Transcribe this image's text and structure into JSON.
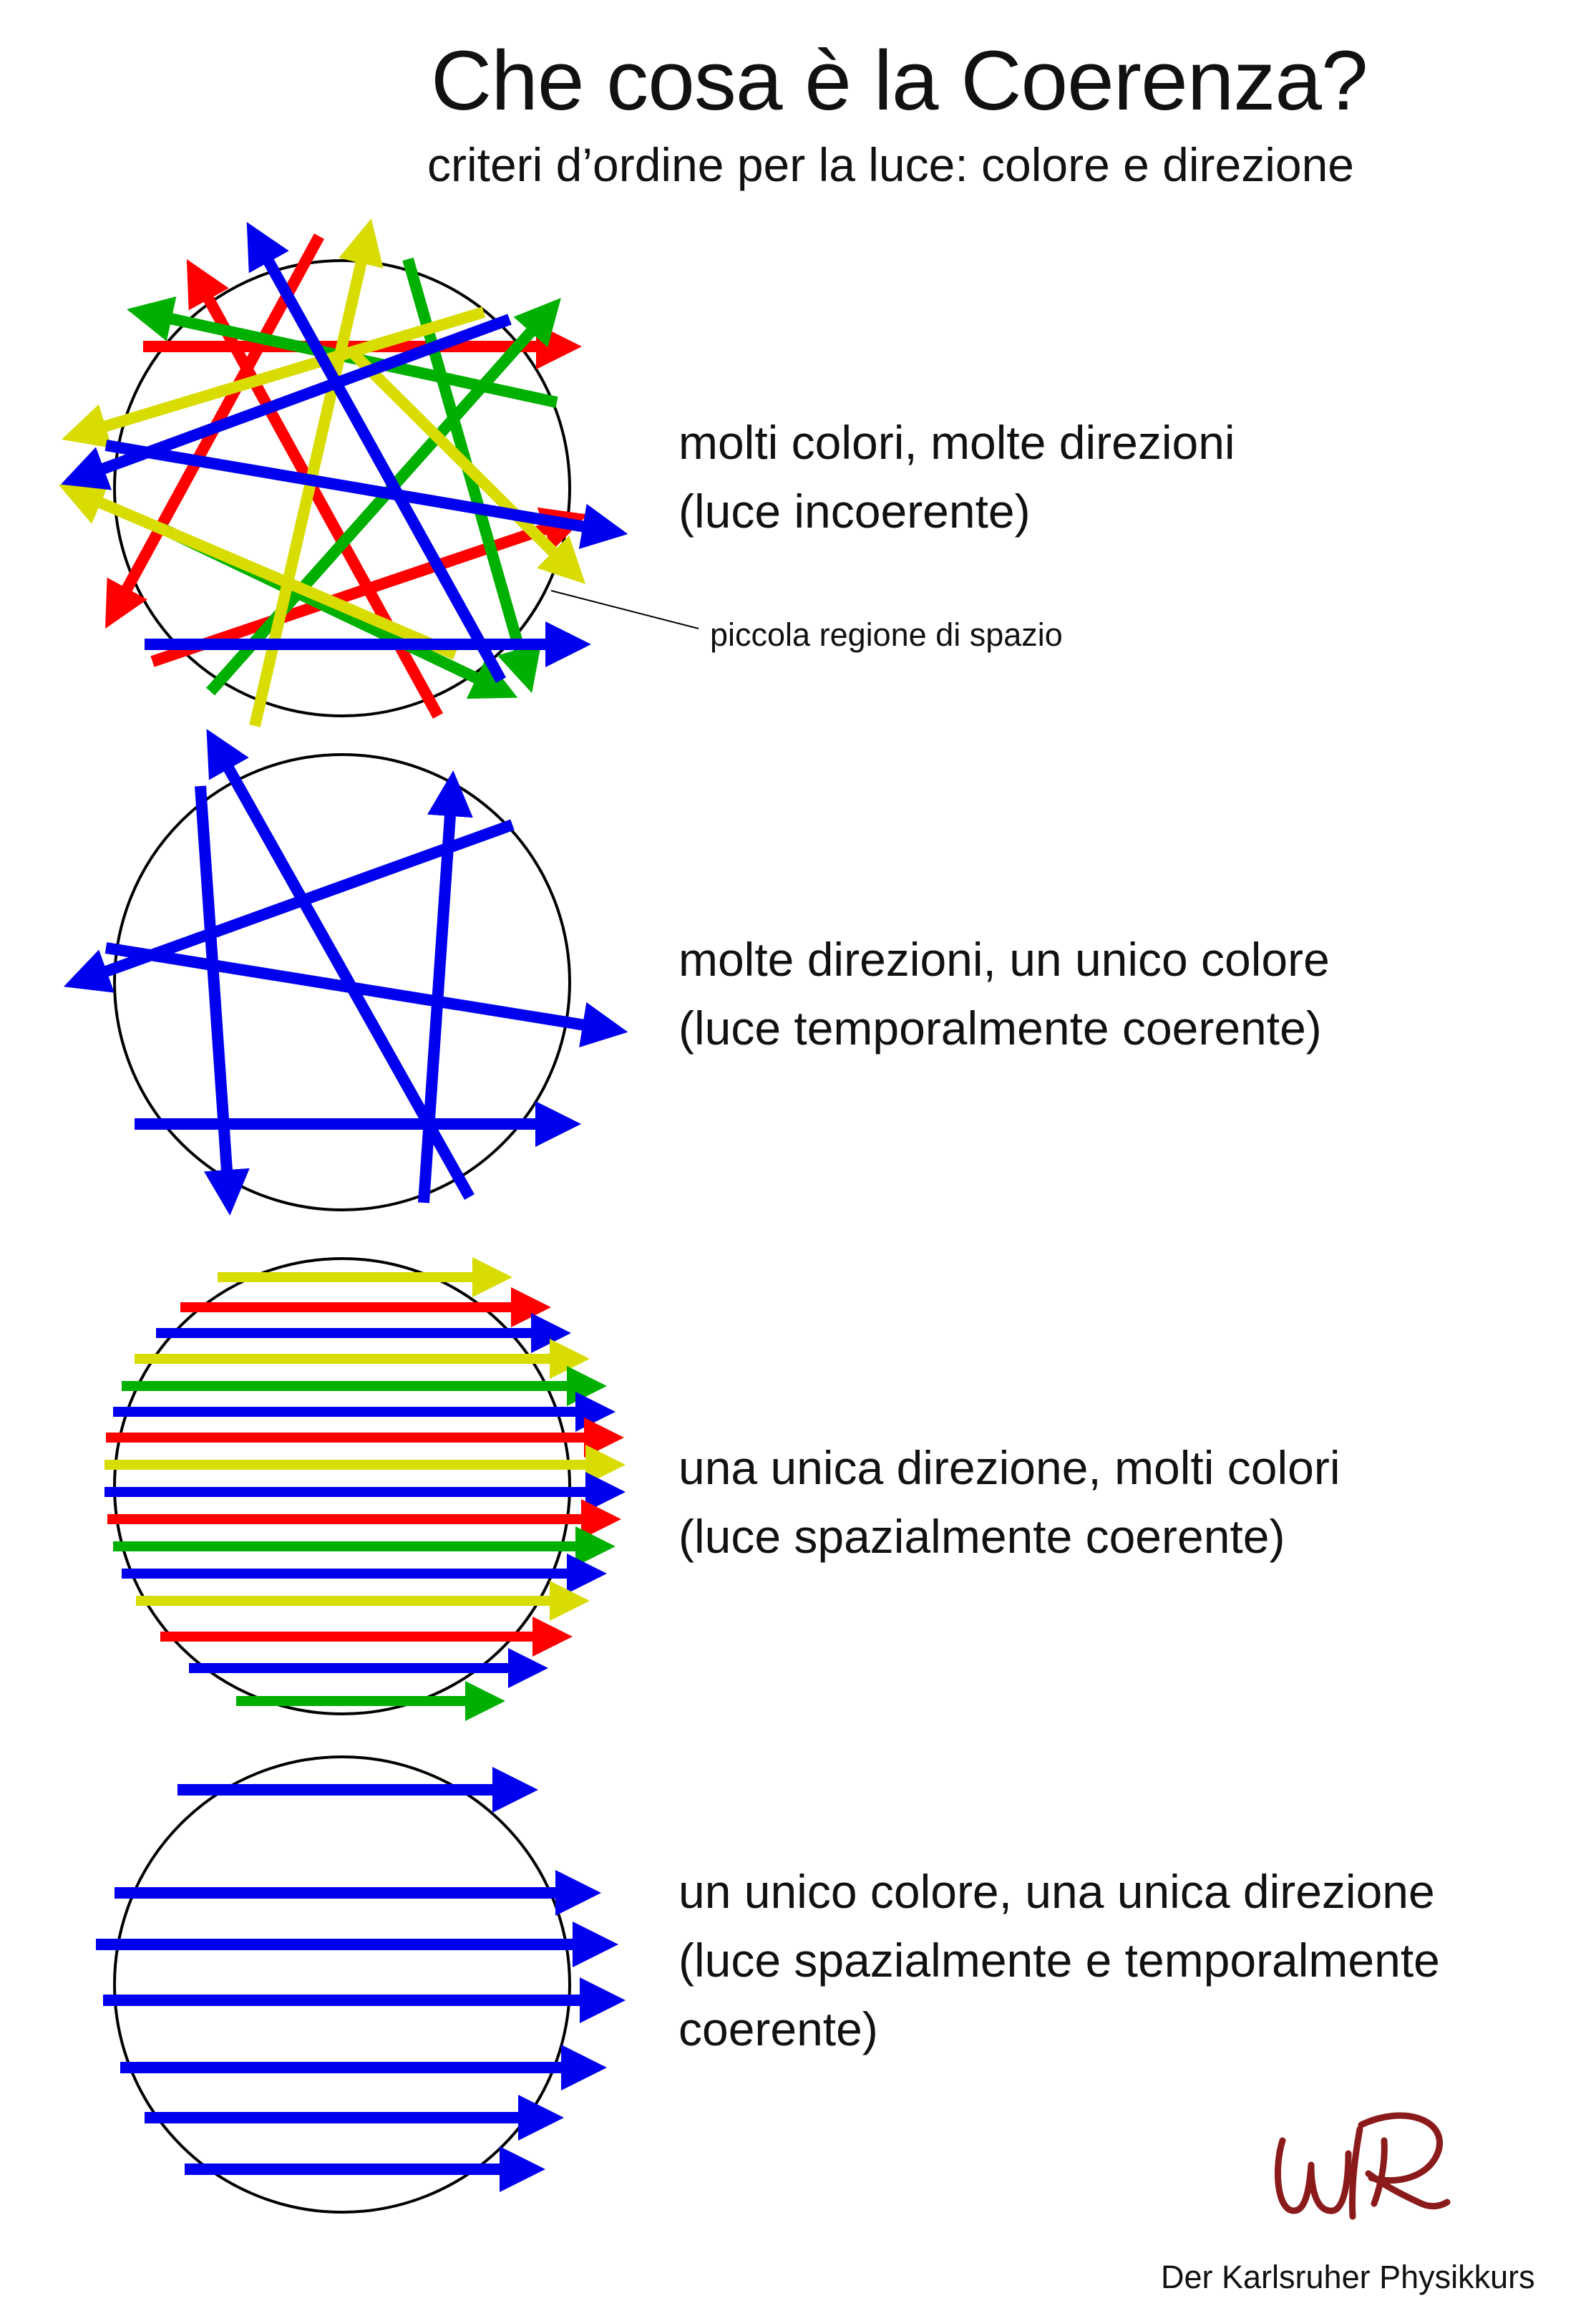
{
  "header": {
    "title": "Che cosa è la  Coerenza?",
    "subtitle": "criteri d’ordine per la luce: colore e direzione"
  },
  "colors": {
    "red": "#ff0000",
    "green": "#00b000",
    "yellow": "#d8dc00",
    "blue": "#0000ee",
    "logo": "#8b1a1a"
  },
  "panels": [
    {
      "id": "incoherent",
      "lines": [
        "molti colori, molte direzioni",
        "(luce incoerente)"
      ]
    },
    {
      "id": "temporal",
      "lines": [
        "molte direzioni, un unico colore",
        " (luce temporalmente coerente)"
      ]
    },
    {
      "id": "spatial",
      "lines": [
        "una unica direzione, molti colori",
        "(luce spazialmente coerente)"
      ]
    },
    {
      "id": "both",
      "lines": [
        "un unico colore, una unica direzione",
        "(luce spazialmente e temporalmente",
        "coerente)"
      ]
    }
  ],
  "callout": "piccola regione di spazio",
  "footer": "Der Karlsruher Physikkurs"
}
